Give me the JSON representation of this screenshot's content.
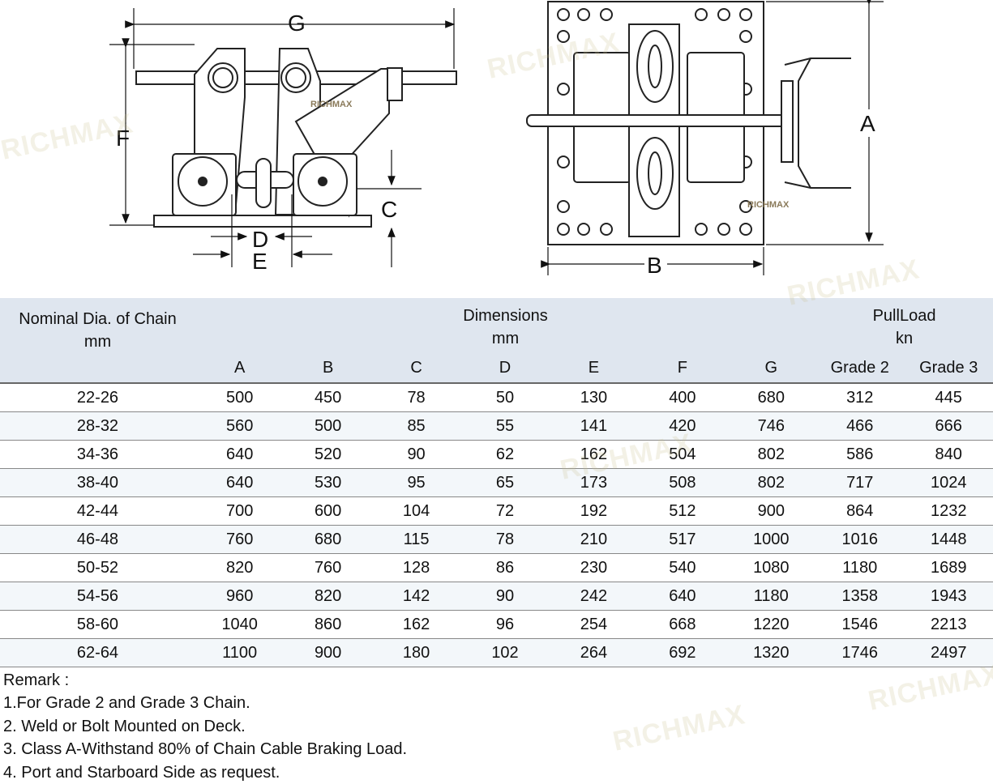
{
  "drawing": {
    "side_view_labels": [
      "G",
      "F",
      "C",
      "D",
      "E"
    ],
    "top_view_labels": [
      "A",
      "B"
    ],
    "watermark": "RICHMAX"
  },
  "table": {
    "header": {
      "nominal": "Nominal Dia. of Chain",
      "nominal_unit": "mm",
      "dimensions": "Dimensions",
      "dimensions_unit": "mm",
      "pullload": "PullLoad",
      "pullload_unit": "kn",
      "columns": [
        "A",
        "B",
        "C",
        "D",
        "E",
        "F",
        "G",
        "Grade 2",
        "Grade 3"
      ]
    },
    "rows": [
      [
        "22-26",
        "500",
        "450",
        "78",
        "50",
        "130",
        "400",
        "680",
        "312",
        "445"
      ],
      [
        "28-32",
        "560",
        "500",
        "85",
        "55",
        "141",
        "420",
        "746",
        "466",
        "666"
      ],
      [
        "34-36",
        "640",
        "520",
        "90",
        "62",
        "162",
        "504",
        "802",
        "586",
        "840"
      ],
      [
        "38-40",
        "640",
        "530",
        "95",
        "65",
        "173",
        "508",
        "802",
        "717",
        "1024"
      ],
      [
        "42-44",
        "700",
        "600",
        "104",
        "72",
        "192",
        "512",
        "900",
        "864",
        "1232"
      ],
      [
        "46-48",
        "760",
        "680",
        "115",
        "78",
        "210",
        "517",
        "1000",
        "1016",
        "1448"
      ],
      [
        "50-52",
        "820",
        "760",
        "128",
        "86",
        "230",
        "540",
        "1080",
        "1180",
        "1689"
      ],
      [
        "54-56",
        "960",
        "820",
        "142",
        "90",
        "242",
        "640",
        "1180",
        "1358",
        "1943"
      ],
      [
        "58-60",
        "1040",
        "860",
        "162",
        "96",
        "254",
        "668",
        "1220",
        "1546",
        "2213"
      ],
      [
        "62-64",
        "1100",
        "900",
        "180",
        "102",
        "264",
        "692",
        "1320",
        "1746",
        "2497"
      ]
    ]
  },
  "remarks": {
    "title": "Remark :",
    "items": [
      "1.For Grade 2 and Grade 3 Chain.",
      "2. Weld or Bolt Mounted on Deck.",
      "3. Class A-Withstand 80% of Chain Cable Braking Load.",
      "4. Port and Starboard Side as request."
    ]
  }
}
